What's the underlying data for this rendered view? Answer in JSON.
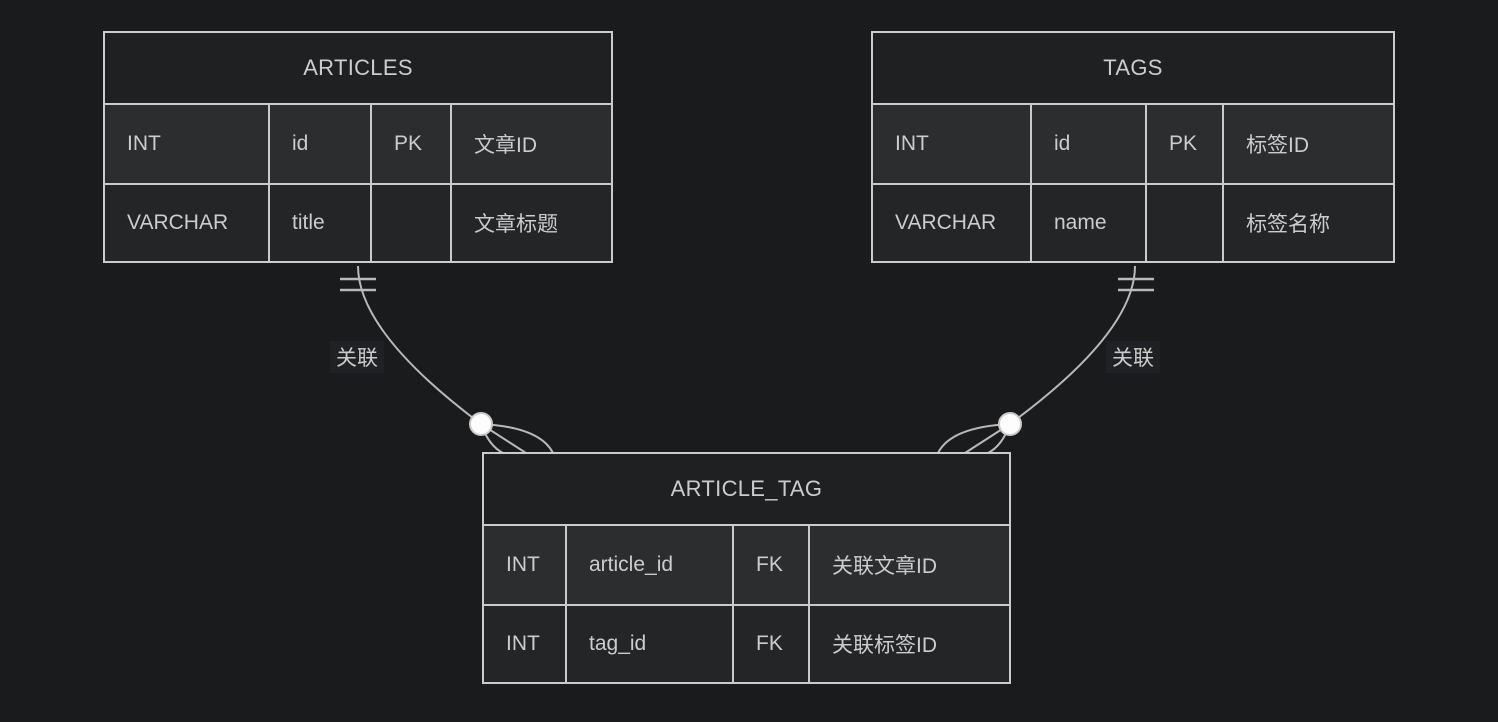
{
  "diagram": {
    "entities": [
      {
        "name": "ARTICLES",
        "rows": [
          {
            "type": "INT",
            "name": "id",
            "key": "PK",
            "comment": "文章ID"
          },
          {
            "type": "VARCHAR",
            "name": "title",
            "key": "",
            "comment": "文章标题"
          }
        ]
      },
      {
        "name": "TAGS",
        "rows": [
          {
            "type": "INT",
            "name": "id",
            "key": "PK",
            "comment": "标签ID"
          },
          {
            "type": "VARCHAR",
            "name": "name",
            "key": "",
            "comment": "标签名称"
          }
        ]
      },
      {
        "name": "ARTICLE_TAG",
        "rows": [
          {
            "type": "INT",
            "name": "article_id",
            "key": "FK",
            "comment": "关联文章ID"
          },
          {
            "type": "INT",
            "name": "tag_id",
            "key": "FK",
            "comment": "关联标签ID"
          }
        ]
      }
    ],
    "relationships": [
      {
        "from": "ARTICLES",
        "to": "ARTICLE_TAG",
        "label": "关联",
        "cardinality": "one-to-zero-or-many"
      },
      {
        "from": "TAGS",
        "to": "ARTICLE_TAG",
        "label": "关联",
        "cardinality": "one-to-zero-or-many"
      }
    ],
    "colors": {
      "background": "#1a1b1d",
      "table_border": "#cbcbcb",
      "relationship_line": "#b9b9b9",
      "text": "#cccccc",
      "header_bg": "#1e2022",
      "row_odd_bg": "#2b2d2f",
      "row_even_bg": "#232527",
      "circle_fill": "#fdfdfd"
    }
  }
}
